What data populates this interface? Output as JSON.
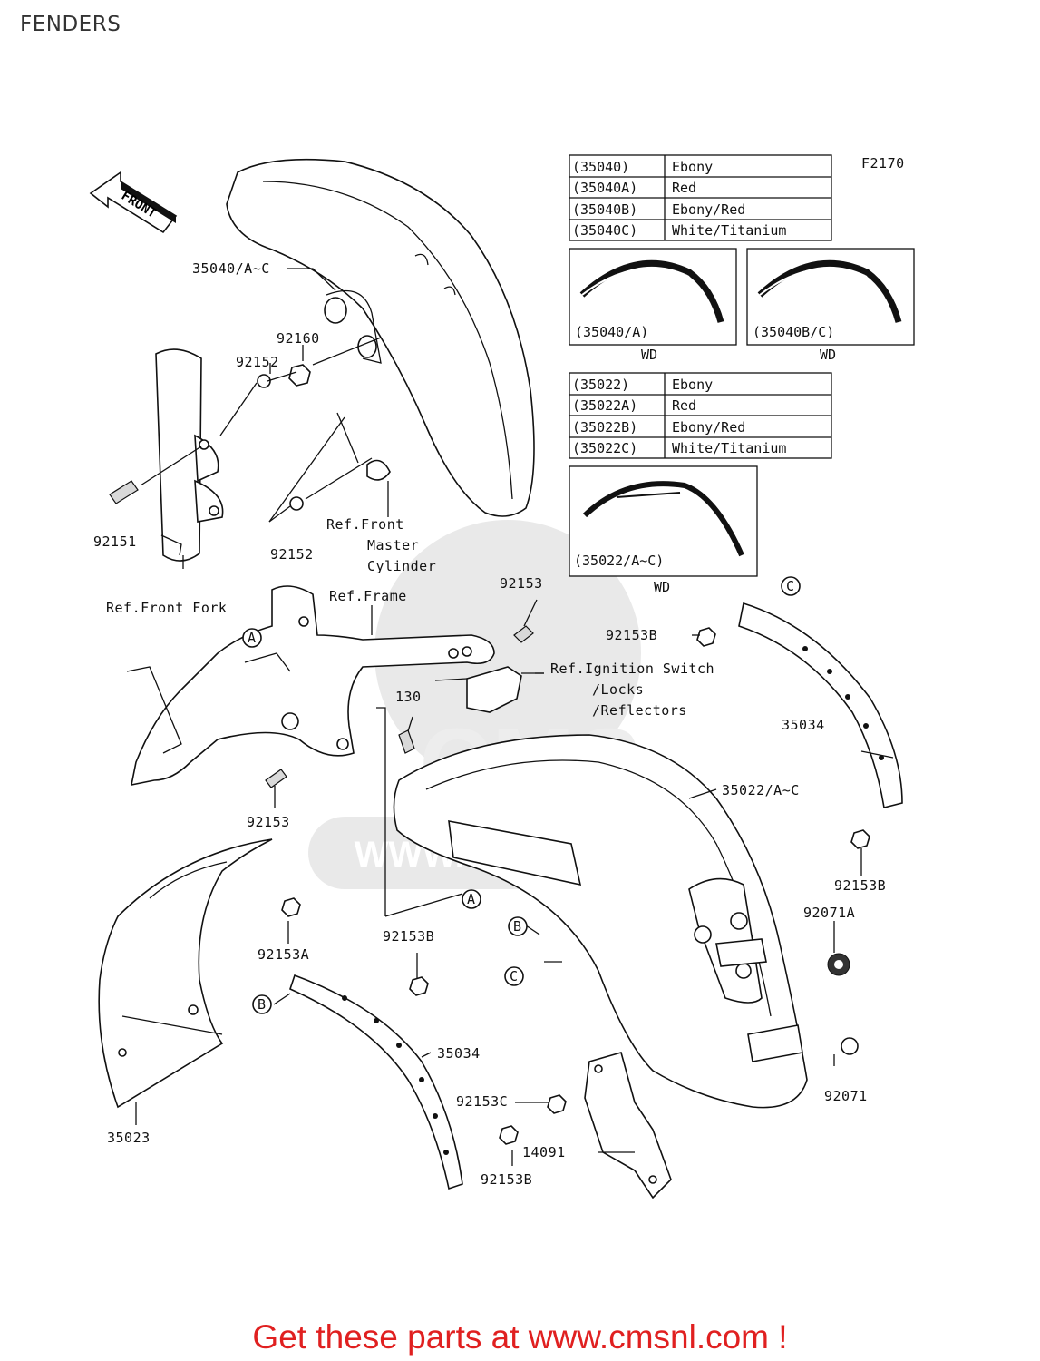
{
  "page": {
    "title": "FENDERS",
    "footer": "Get these parts at www.cmsnl.com !"
  },
  "watermark": {
    "brand": "CMS",
    "url": "WWW.CMSNL.COM"
  },
  "figure_code": "F2170",
  "front_arrow": "FRONT",
  "tables": {
    "front_fender": [
      {
        "code": "(35040)",
        "color": "Ebony"
      },
      {
        "code": "(35040A)",
        "color": "Red"
      },
      {
        "code": "(35040B)",
        "color": "Ebony/Red"
      },
      {
        "code": "(35040C)",
        "color": "White/Titanium"
      }
    ],
    "rear_fender": [
      {
        "code": "(35022)",
        "color": "Ebony"
      },
      {
        "code": "(35022A)",
        "color": "Red"
      },
      {
        "code": "(35022B)",
        "color": "Ebony/Red"
      },
      {
        "code": "(35022C)",
        "color": "White/Titanium"
      }
    ]
  },
  "insets": {
    "front_a": {
      "code": "(35040/A)",
      "note": "WD"
    },
    "front_bc": {
      "code": "(35040B/C)",
      "note": "WD"
    },
    "rear": {
      "code": "(35022/A~C)",
      "note": "WD"
    }
  },
  "labels": {
    "p35040": "35040/A~C",
    "p92160": "92160",
    "p92152a": "92152",
    "p92152b": "92152",
    "p92151": "92151",
    "ref_master_1": "Ref.Front",
    "ref_master_2": "Master",
    "ref_master_3": "Cylinder",
    "ref_fork": "Ref.Front Fork",
    "ref_frame": "Ref.Frame",
    "p92153a": "92153",
    "p92153b1": "92153B",
    "ref_ign_1": "Ref.Ignition Switch",
    "ref_ign_2": "/Locks",
    "ref_ign_3": "/Reflectors",
    "p130": "130",
    "p35034a": "35034",
    "p35022": "35022/A~C",
    "p92153c": "92153",
    "p92153b2": "92153B",
    "p92071a": "92071A",
    "p92153A": "92153A",
    "p92153b3": "92153B",
    "p35034b": "35034",
    "p92153C": "92153C",
    "p92153b4": "92153B",
    "p14091": "14091",
    "p35023": "35023",
    "p92071": "92071",
    "callout_a": "A",
    "callout_b": "B",
    "callout_c": "C"
  }
}
